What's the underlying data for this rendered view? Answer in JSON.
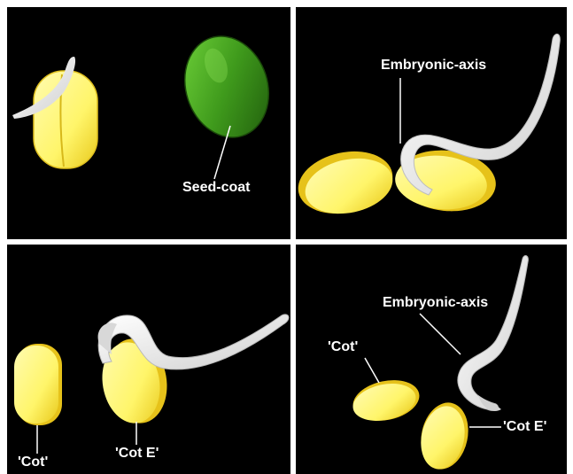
{
  "panels": [
    {
      "labels": {
        "seed_coat": "Seed-coat"
      }
    },
    {
      "labels": {
        "embryonic_axis": "Embryonic-axis"
      }
    },
    {
      "labels": {
        "cot": "'Cot'",
        "cot_e": "'Cot E'"
      }
    },
    {
      "labels": {
        "embryonic_axis": "Embryonic-axis",
        "cot": "'Cot'",
        "cot_e": "'Cot E'"
      }
    }
  ],
  "colors": {
    "background": "#000000",
    "cotyledon": "#fff56a",
    "cotyledon_edge": "#e8c81a",
    "seed_coat": "#3f9a1c",
    "axis": "#f2f2f2",
    "label": "#ffffff"
  }
}
